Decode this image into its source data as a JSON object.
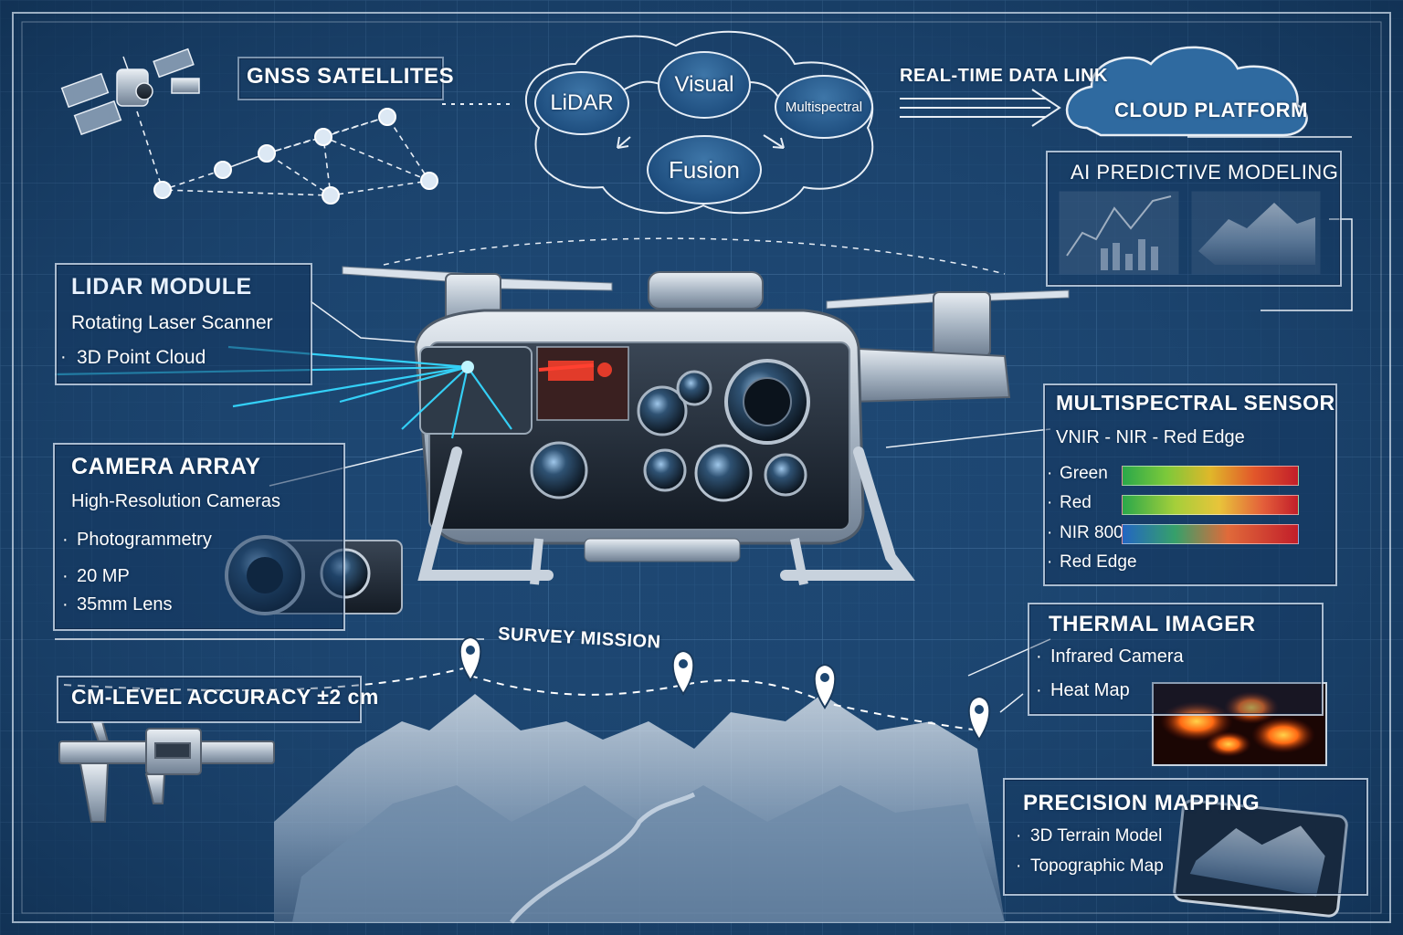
{
  "gnss": {
    "title": "GNSS SATELLITES"
  },
  "fusion": {
    "lidar": "LiDAR",
    "visual": "Visual",
    "multispectral": "Multispectral",
    "fusion": "Fusion"
  },
  "datalink": {
    "label": "REAL-TIME DATA LINK"
  },
  "cloud": {
    "label": "CLOUD PLATFORM"
  },
  "ai": {
    "title": "AI PREDICTIVE MODELING"
  },
  "lidar_module": {
    "title": "LIDAR MODULE",
    "line1": "Rotating Laser Scanner",
    "line2": "3D Point Cloud"
  },
  "camera_array": {
    "title": "CAMERA ARRAY",
    "subtitle": "High-Resolution Cameras",
    "items": [
      "Photogrammetry",
      "20 MP",
      "35mm Lens"
    ]
  },
  "multispectral_sensor": {
    "title": "MULTISPECTRAL SENSOR",
    "subtitle": "VNIR - NIR - Red Edge",
    "bands": [
      "Green",
      "Red",
      "NIR 800nm",
      "Red Edge"
    ]
  },
  "thermal": {
    "title": "THERMAL IMAGER",
    "items": [
      "Infrared Camera",
      "Heat Map"
    ]
  },
  "survey": {
    "label": "SURVEY MISSION"
  },
  "accuracy": {
    "label": "CM-LEVEL ACCURACY ±2 cm"
  },
  "mapping": {
    "title": "PRECISION MAPPING",
    "items": [
      "3D Terrain Model",
      "Topographic Map"
    ]
  },
  "colors": {
    "background": "#1d4670",
    "grid": "#3b6996",
    "lidar_beam": "#35d8ff",
    "laser_red": "#e23b2a",
    "heat": "#ff7a1a"
  }
}
